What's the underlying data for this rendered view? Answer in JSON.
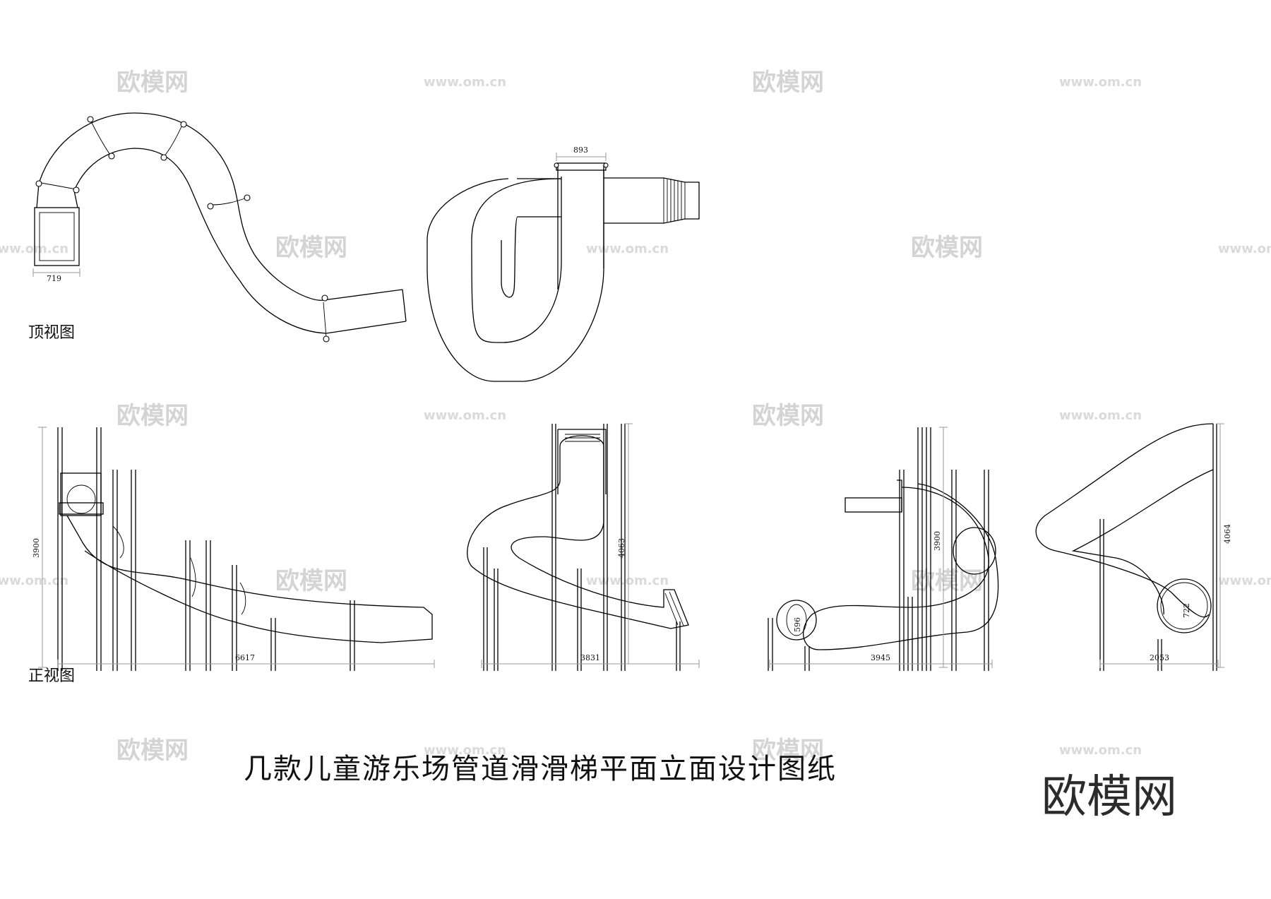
{
  "watermark": {
    "brand": "欧模网",
    "url": "www.om.cn"
  },
  "labels": {
    "top_view": "顶视图",
    "front_view": "正视图"
  },
  "title": "几款儿童游乐场管道滑滑梯平面立面设计图纸",
  "brand_logo": "欧模网",
  "dimensions": {
    "plan1_width": "719",
    "plan2_width": "893",
    "elev1_height": "3900",
    "elev1_length": "6617",
    "elev2_height": "4063",
    "elev2_length": "3831",
    "elev3_height": "3900",
    "elev3_length": "3945",
    "elev3_tube_dia": "596",
    "elev4_height": "4064",
    "elev4_length": "2053",
    "elev4_tube_dia": "722"
  }
}
